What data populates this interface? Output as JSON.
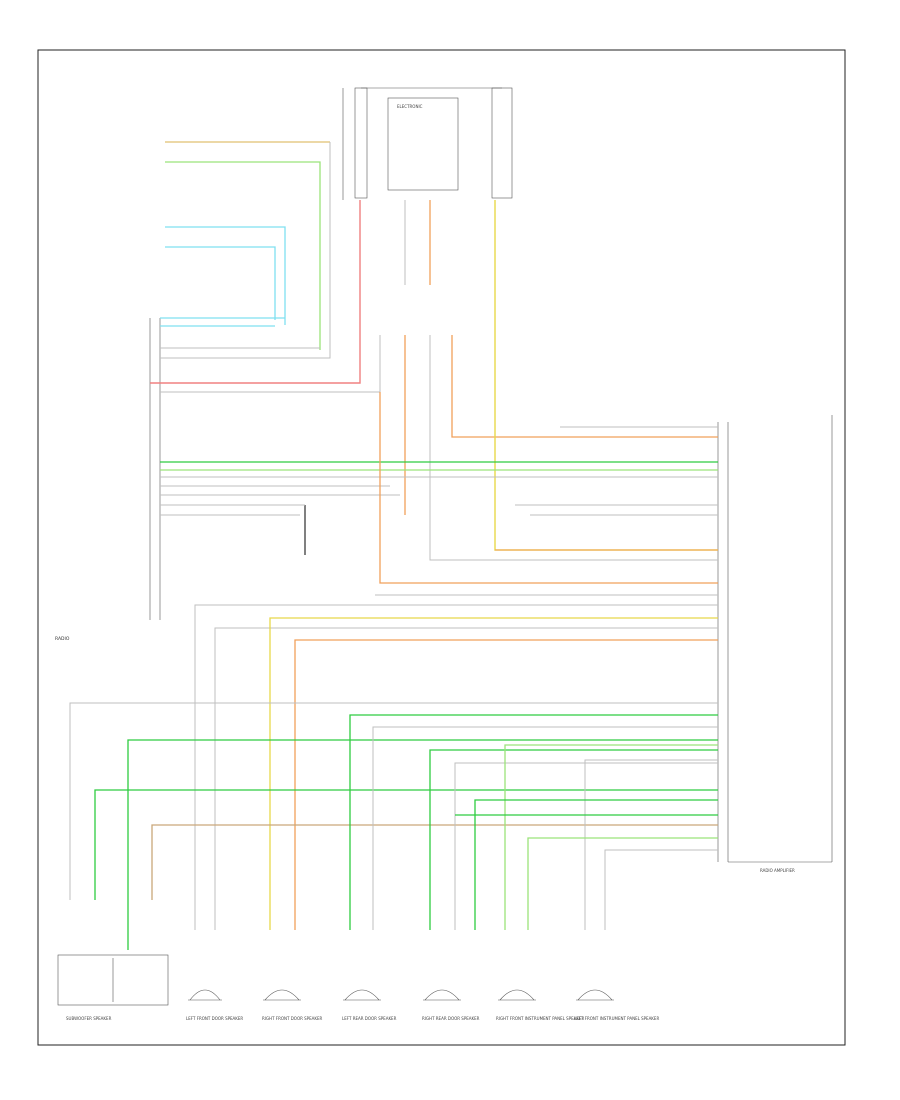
{
  "diagram": {
    "page_label": "",
    "left_module": "RADIO",
    "right_module": "RADIO AMPLIFIER",
    "center_connector": "",
    "ground_label": "",
    "top_components": [
      "",
      "ELECTRONIC",
      ""
    ],
    "speakers": [
      {
        "id": "woofer",
        "label": "SUBWOOFER SPEAKER"
      },
      {
        "id": "lf-door",
        "label": "LEFT FRONT DOOR SPEAKER"
      },
      {
        "id": "rf-door",
        "label": "RIGHT FRONT DOOR SPEAKER"
      },
      {
        "id": "lr-door",
        "label": "LEFT REAR DOOR SPEAKER"
      },
      {
        "id": "rr-door",
        "label": "RIGHT REAR DOOR SPEAKER"
      },
      {
        "id": "rf-panel",
        "label": "RIGHT FRONT INSTRUMENT PANEL SPEAKER"
      },
      {
        "id": "lf-panel",
        "label": "LEFT FRONT INSTRUMENT PANEL SPEAKER"
      }
    ],
    "colors": {
      "frame": "#222222",
      "wire_gray": "#bfbfbf",
      "wire_green": "#2ecc40",
      "wire_lightgreen": "#9be37a",
      "wire_yellow": "#e8d84a",
      "wire_orange": "#f0a05a",
      "wire_red": "#f08080",
      "wire_cyan": "#7fe0f0",
      "wire_tan": "#c9a77a"
    }
  }
}
